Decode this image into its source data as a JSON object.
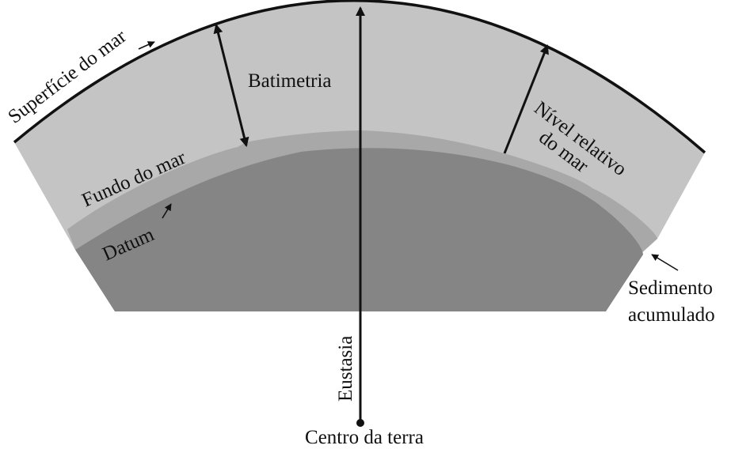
{
  "labels": {
    "sea_surface": "Superfície do mar",
    "bathymetry": "Batimetria",
    "sea_floor": "Fundo do mar",
    "datum": "Datum",
    "relative_level_line1": "Nível relativo",
    "relative_level_line2": "do mar",
    "sediment_line1": "Sedimento",
    "sediment_line2": "acumulado",
    "eustasy": "Eustasia",
    "earth_center": "Centro da terra"
  },
  "colors": {
    "water": "#c4c4c4",
    "sediment": "#a8a8a8",
    "datum_block": "#858585",
    "lines": "#111111",
    "background": "#ffffff"
  }
}
